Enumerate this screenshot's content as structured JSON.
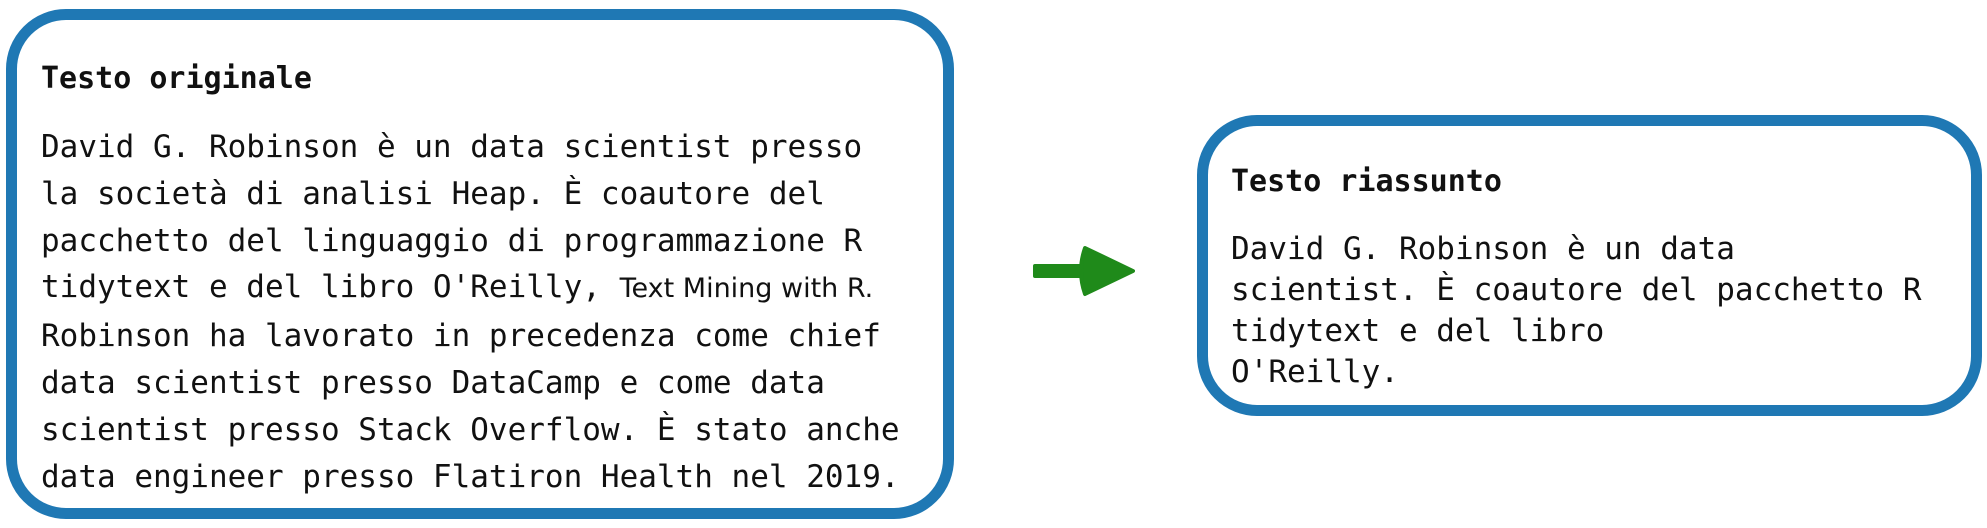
{
  "colors": {
    "box_border": "#1f78b4",
    "arrow": "#1f8a1a",
    "text": "#111111",
    "background": "#ffffff"
  },
  "original": {
    "title": "Testo originale",
    "lines": [
      "David G. Robinson è un data scientist presso",
      "la società di analisi Heap. È coautore del",
      "pacchetto del linguaggio di programmazione R",
      "tidytext e del libro O'Reilly, ",
      "Robinson ha lavorato in precedenza come chief",
      "data scientist presso DataCamp e come data",
      "scientist presso Stack Overflow. È stato anche",
      "data engineer presso Flatiron Health nel 2019."
    ],
    "book_title": "Text Mining with R."
  },
  "arrow": {
    "icon": "right-arrow-icon"
  },
  "summary": {
    "title": "Testo riassunto",
    "lines": [
      "David G. Robinson è un data",
      "scientist. È coautore del pacchetto R",
      "tidytext e del libro",
      "O'Reilly."
    ]
  }
}
